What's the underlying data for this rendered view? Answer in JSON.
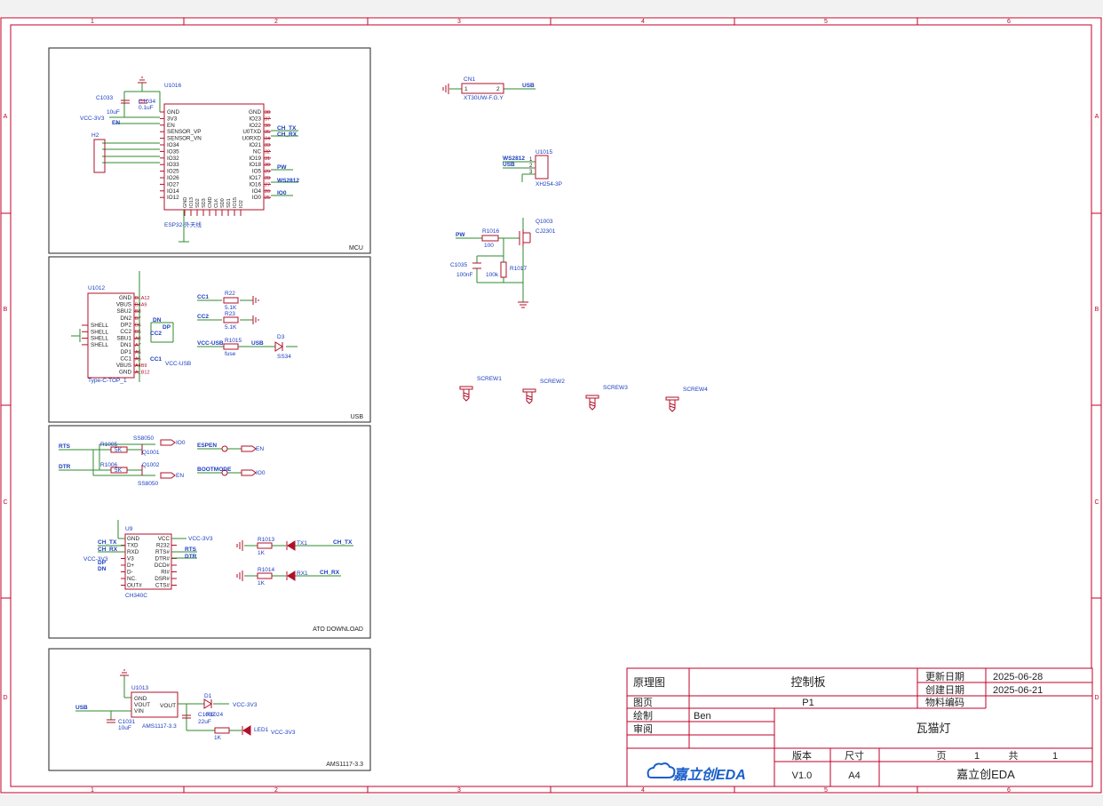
{
  "frame": {
    "columns": [
      "1",
      "2",
      "3",
      "4",
      "5",
      "6"
    ],
    "rows": [
      "A",
      "B",
      "C",
      "D"
    ]
  },
  "blocks": {
    "mcu": "MCU",
    "usb": "USB",
    "download": "ATO DOWNLOAD",
    "power": "AMS1117-3.3"
  },
  "mcu": {
    "refs": [
      "C1033",
      "C1034",
      "U1016",
      "H2"
    ],
    "values": [
      "10uF",
      "0.1uF",
      "VCC-3V3",
      "EN",
      "ESP32-外天线"
    ],
    "left_pins": [
      "GND",
      "3V3",
      "EN",
      "SENSOR_VP",
      "SENSOR_VN",
      "IO34",
      "IO35",
      "IO32",
      "IO33",
      "IO25",
      "IO26",
      "IO27",
      "IO14",
      "IO12"
    ],
    "right_pins": [
      "GND",
      "IO23",
      "IO22",
      "U0TXD",
      "U0RXD",
      "IO21",
      "NC",
      "IO19",
      "IO18",
      "IO5",
      "IO17",
      "IO16",
      "IO4",
      "IO0"
    ],
    "right_nums": [
      "38",
      "37",
      "36",
      "35",
      "34",
      "33",
      "32",
      "31",
      "30",
      "29",
      "28",
      "27",
      "26",
      "25"
    ],
    "nets": [
      "CH_TX",
      "CH_RX",
      "PW",
      "WS2812",
      "IO0"
    ],
    "bottom_pins": [
      "GND",
      "IO13",
      "SD2",
      "SD3",
      "CMD",
      "CLK",
      "SD0",
      "SD1",
      "IO15",
      "IO2"
    ]
  },
  "usb": {
    "refs": [
      "U1012",
      "R22",
      "R23",
      "R1015",
      "D3"
    ],
    "left_pins": [
      "SHELL",
      "SHELL",
      "SHELL",
      "SHELL"
    ],
    "inner_pins": [
      "GND",
      "VBUS",
      "SBU2",
      "DN2",
      "DP2",
      "CC2",
      "SBU1",
      "DN1",
      "DP1",
      "CC1",
      "VBUS",
      "GND"
    ],
    "pin_nums": [
      "B1A12",
      "B4A9",
      "B8",
      "B7",
      "B6",
      "B5",
      "A8",
      "A7",
      "A6",
      "A5",
      "A4B9",
      "A1B12"
    ],
    "nets": [
      "DN",
      "DP",
      "CC2",
      "CC1",
      "VCC-USB",
      "CC1",
      "CC2",
      "VCC-USB",
      "USB"
    ],
    "values": [
      "5.1K",
      "5.1K",
      "fuse",
      "SS34",
      "Type-C-TOP_1"
    ]
  },
  "download": {
    "nets": [
      "RTS",
      "DTR",
      "ESPEN",
      "BOOTMODE",
      "EN",
      "IO0",
      "IO0",
      "EN"
    ],
    "refs": [
      "R1005",
      "R1006",
      "Q1001",
      "Q1002",
      "SS8050",
      "SS8050"
    ],
    "values": [
      "5K",
      "5K"
    ],
    "u9_ref": "U9",
    "u9_left": [
      "GND",
      "TXD",
      "RXD",
      "V3",
      "D+",
      "D-",
      "NC.",
      "OUT#"
    ],
    "u9_right": [
      "VCC",
      "R232",
      "RTS#",
      "DTR#",
      "DCD#",
      "RI#",
      "DSR#",
      "CTS#"
    ],
    "u9_name": "CH340C",
    "u9_nets": [
      "CH_TX",
      "CH_RX",
      "VCC-3V3",
      "DP",
      "DN",
      "VCC-3V3",
      "RTS",
      "DTR"
    ],
    "leds": [
      "R1013",
      "1K",
      "TX1",
      "CH_TX",
      "R1014",
      "1K",
      "RX1",
      "CH_RX"
    ]
  },
  "power": {
    "refs": [
      "U1013",
      "D1",
      "C1032",
      "C1031",
      "LED1"
    ],
    "pins": [
      "GND",
      "VOUT",
      "VIN",
      "VOUT"
    ],
    "values": [
      "10uF",
      "22uF",
      "1K",
      "AMS1117-3.3",
      "VCC-3V3",
      "VCC-3V3",
      "USB",
      "R1024"
    ]
  },
  "right": {
    "cn1": [
      "CN1",
      "1",
      "2",
      "USB",
      "XT30UW-F.G.Y"
    ],
    "u1015": [
      "U1015",
      "WS2812",
      "USB",
      "1",
      "2",
      "3",
      "XH254-3P"
    ],
    "q": [
      "Q1003",
      "CJ2301",
      "PW",
      "R1016",
      "100",
      "C1035",
      "100nF",
      "R1017",
      "100k"
    ],
    "screws": [
      "SCREW1",
      "SCREW2",
      "SCREW3",
      "SCREW4"
    ]
  },
  "title_block": {
    "kind": "原理图",
    "title": "控制板",
    "updated_label": "更新日期",
    "updated": "2025-06-28",
    "created_label": "创建日期",
    "created": "2025-06-21",
    "sheet_label": "图页",
    "sheet": "P1",
    "material_label": "物料编码",
    "drawn_label": "绘制",
    "drawn": "Ben",
    "review_label": "审阅",
    "project": "瓦猫灯",
    "version_label": "版本",
    "size_label": "尺寸",
    "page_label": "页",
    "page": "1",
    "total_label": "共",
    "total": "1",
    "version": "V1.0",
    "size": "A4",
    "company": "嘉立创EDA",
    "logo": "嘉立创EDA"
  },
  "colors": {
    "frame": "#c0002a",
    "wire": "#2e8b2e",
    "net": "#1a3dbf",
    "part": "#b0102a",
    "block": "#222222"
  }
}
